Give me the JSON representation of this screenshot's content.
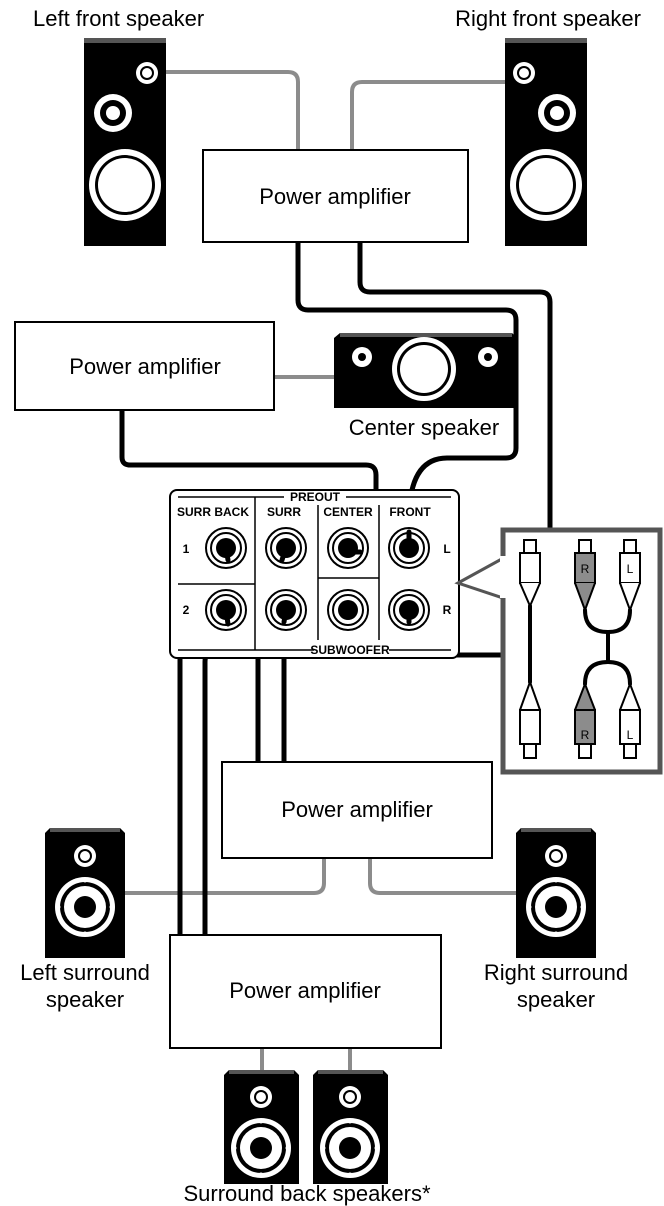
{
  "speakers": {
    "left_front": "Left front speaker",
    "right_front": "Right front speaker",
    "center": "Center speaker",
    "left_surround_line1": "Left surround",
    "left_surround_line2": "speaker",
    "right_surround_line1": "Right surround",
    "right_surround_line2": "speaker",
    "surround_back": "Surround back speakers*"
  },
  "amplifiers": {
    "front": "Power amplifier",
    "center": "Power amplifier",
    "surround": "Power amplifier",
    "surround_back": "Power amplifier"
  },
  "panel": {
    "header": "PREOUT",
    "columns": {
      "surr_back": "SURR BACK",
      "surr": "SURR",
      "center": "CENTER",
      "front": "FRONT"
    },
    "rows": {
      "row1": "1",
      "row2": "2"
    },
    "sides": {
      "left": "L",
      "right": "R"
    },
    "subwoofer": "SUBWOOFER"
  },
  "cable_inset": {
    "plug_r": "R",
    "plug_l": "L"
  }
}
